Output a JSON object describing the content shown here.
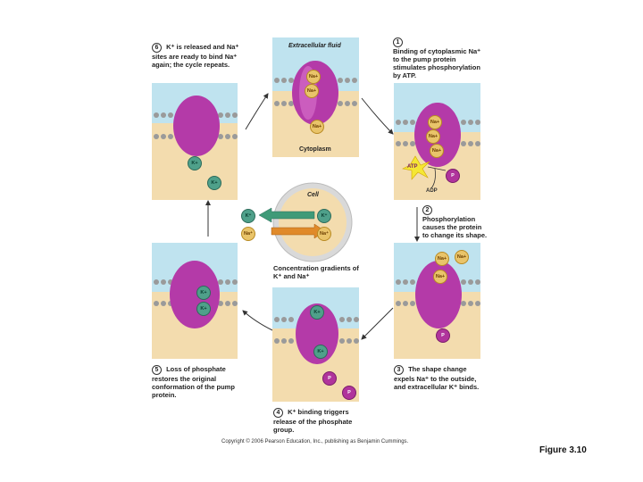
{
  "panels": {
    "top": {
      "extracellular_label": "Extracellular fluid",
      "cytoplasm_label": "Cytoplasm",
      "ions": [
        "Na+",
        "Na+",
        "Na+"
      ]
    },
    "right_top": {
      "ions": [
        "Na+",
        "Na+",
        "Na+"
      ],
      "atp_label": "ATP",
      "adp_label": "ADP",
      "p_label": "P"
    },
    "right_bottom": {
      "ions": [
        "Na+",
        "Na+",
        "Na+"
      ],
      "p_label": "P"
    },
    "bottom": {
      "ions": [
        "K+",
        "K+"
      ],
      "p_labels": [
        "P",
        "P"
      ]
    },
    "left_bottom": {
      "ions": [
        "K+",
        "K+"
      ]
    },
    "left_top": {
      "ions": [
        "K+",
        "K+"
      ]
    }
  },
  "steps": {
    "s1": {
      "num": "1",
      "text": "Binding of cytoplasmic Na⁺ to the pump protein stimulates phosphorylation by ATP."
    },
    "s2": {
      "num": "2",
      "text": "Phosphorylation causes the protein to change its shape."
    },
    "s3": {
      "num": "3",
      "text": "The shape change expels Na⁺ to the outside, and extracellular K⁺ binds."
    },
    "s4": {
      "num": "4",
      "text": "K⁺ binding triggers release of the phosphate group."
    },
    "s5": {
      "num": "5",
      "text": "Loss of phosphate restores the original conformation of the pump protein."
    },
    "s6": {
      "num": "6",
      "text": "K⁺ is released and Na⁺ sites are ready to bind Na⁺ again; the cycle repeats."
    }
  },
  "center": {
    "cell_label": "Cell",
    "k_ion": "K⁺",
    "na_ion": "Na⁺",
    "caption": "Concentration gradients of K⁺ and Na⁺"
  },
  "copyright": "Copyright © 2006 Pearson Education, Inc., publishing as Benjamin Cummings.",
  "figure_tag": "Figure 3.10",
  "colors": {
    "extracellular": "#bfe3ef",
    "cytoplasm": "#f3dcae",
    "protein": "#b43aa8",
    "k_ion": "#4fa08a",
    "na_ion": "#e9c46a",
    "k_arrow": "#3f9a78",
    "na_arrow": "#e08a2a"
  }
}
